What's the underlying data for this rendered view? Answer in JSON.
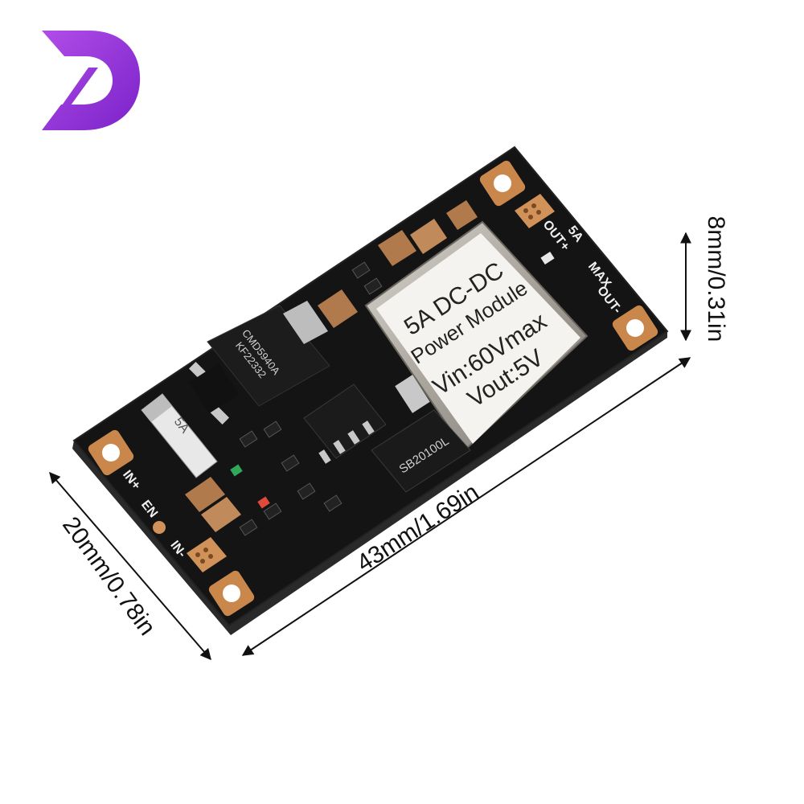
{
  "brand": {
    "logo_icon": "d-letter-logo-icon",
    "logo_color": "#8b2fd6"
  },
  "dimensions": {
    "height": "8mm/0.31in",
    "length": "43mm/1.69in",
    "width": "20mm/0.78in"
  },
  "module": {
    "label_line1": "5A DC-DC",
    "label_line2": "Power Module",
    "label_line3": "Vin:60Vmax",
    "label_line4": "Vout:5V",
    "mosfet_marking_1": "CMD5940A",
    "mosfet_marking_2": "KF22332",
    "diode_marking": "SB20100L",
    "fuse_marking": "5A",
    "pin_out_plus": "OUT+",
    "pin_5a": "5A",
    "pin_max": "MAX",
    "pin_out_minus": "OUT-",
    "pin_in_plus": "IN+",
    "pin_en": "EN",
    "pin_in_minus": "IN-"
  }
}
